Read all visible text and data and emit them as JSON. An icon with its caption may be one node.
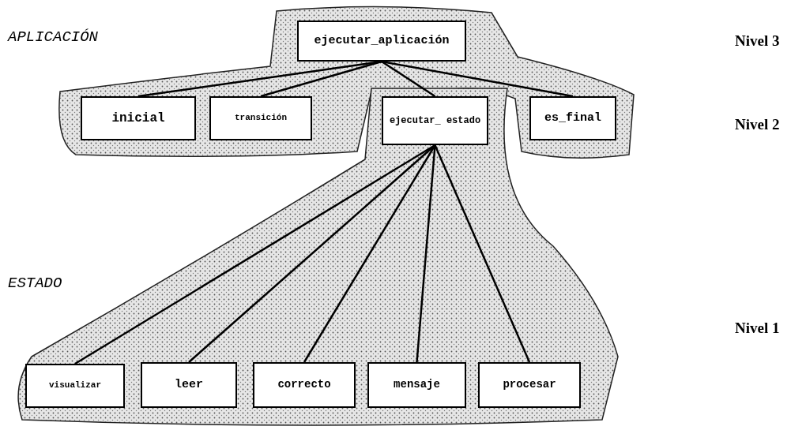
{
  "diagram": {
    "nodes": [
      {
        "text": [
          "ejecutar_aplicación"
        ]
      },
      {
        "text": [
          "inicial"
        ]
      },
      {
        "text": [
          "transición"
        ]
      },
      {
        "text": [
          "ejecutar_ estado"
        ]
      },
      {
        "text": [
          "es_final"
        ]
      },
      {
        "text": [
          "visualizar"
        ]
      },
      {
        "text": [
          "leer"
        ]
      },
      {
        "text": [
          "correcto"
        ]
      },
      {
        "text": [
          "mensaje"
        ]
      },
      {
        "text": [
          "procesar"
        ]
      }
    ],
    "edges": [
      {
        "from": 0,
        "to": 1,
        "arrow": "none"
      },
      {
        "from": 0,
        "to": 2,
        "arrow": "none"
      },
      {
        "from": 0,
        "to": 3,
        "arrow": "none"
      },
      {
        "from": 0,
        "to": 4,
        "arrow": "none"
      },
      {
        "from": 3,
        "to": 5,
        "arrow": "none"
      },
      {
        "from": 3,
        "to": 6,
        "arrow": "none"
      },
      {
        "from": 3,
        "to": 7,
        "arrow": "none"
      },
      {
        "from": 3,
        "to": 8,
        "arrow": "none"
      },
      {
        "from": 3,
        "to": 9,
        "arrow": "none"
      }
    ],
    "labels": [
      "APLICACIÓN",
      "Nivel 3",
      "Nivel 2",
      "ESTADO",
      "Nivel 1"
    ]
  }
}
